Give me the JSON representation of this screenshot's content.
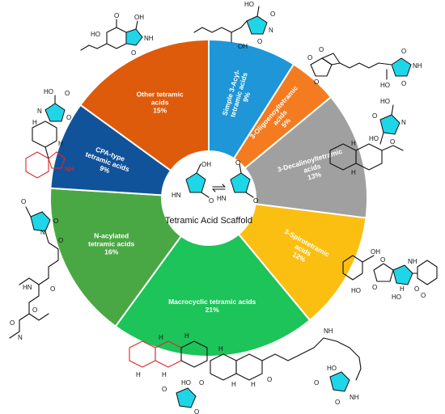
{
  "chart_data": {
    "type": "pie",
    "donut": true,
    "center_text": "Tetramic Acid Scaffold",
    "center_atoms": [
      "OH",
      "HN",
      "O",
      "O",
      "HN",
      "O"
    ],
    "slices": [
      {
        "label": [
          "Simple 3-Acyl-",
          "tetramic acids",
          "9%"
        ],
        "value": 9,
        "color": "#1e96d8"
      },
      {
        "label": [
          "3-Oligoenoyltetramic",
          "acids",
          "5%"
        ],
        "value": 5,
        "color": "#f47b20"
      },
      {
        "label": [
          "3-Decalinoyltetramic",
          "acids",
          "13%"
        ],
        "value": 13,
        "color": "#a0a0a0"
      },
      {
        "label": [
          "3-Spirotetramic",
          "acids",
          "12%"
        ],
        "value": 12,
        "color": "#fbbf12"
      },
      {
        "label": [
          "Macrocyclic tetramic acids",
          "21%"
        ],
        "value": 21,
        "color": "#1cc45a"
      },
      {
        "label": [
          "N-acylated",
          "tetramic acids",
          "16%"
        ],
        "value": 16,
        "color": "#4aa844"
      },
      {
        "label": [
          "CPA-type",
          "tetramic acids",
          "9%"
        ],
        "value": 9,
        "color": "#11539a"
      },
      {
        "label": [
          "Other tetramic",
          "acids",
          "15%"
        ],
        "value": 15,
        "color": "#de5b0b"
      }
    ]
  },
  "structures": {
    "other": {
      "atoms": [
        "HO",
        "O",
        "OH",
        "NH",
        "O"
      ]
    },
    "simple": {
      "atoms": [
        "HO",
        "O",
        "N",
        "OH",
        "O"
      ]
    },
    "oligo": {
      "atoms": [
        "O",
        "O",
        "O",
        "O",
        "HO",
        "NH",
        "O"
      ]
    },
    "decalinoyl": {
      "atoms": [
        "HO",
        "N",
        "O",
        "O",
        "H",
        "HO",
        "H"
      ]
    },
    "cpa": {
      "atoms": [
        "HO",
        "O",
        "N",
        "O",
        "H",
        "H",
        "NH"
      ]
    },
    "nacyl": {
      "atoms": [
        "O",
        "N",
        "O",
        "O",
        "HN",
        "O",
        "O",
        "O",
        "N"
      ]
    },
    "spiro": {
      "atoms": [
        "OH",
        "HO",
        "O",
        "HO",
        "H",
        "O",
        "NH",
        "O",
        "O"
      ]
    },
    "macro": {
      "atoms": [
        "H",
        "H",
        "H",
        "H",
        "O",
        "O",
        "H",
        "H",
        "H",
        "O",
        "NH",
        "HO",
        "HO",
        "O",
        "NH",
        "O",
        "O"
      ]
    }
  }
}
